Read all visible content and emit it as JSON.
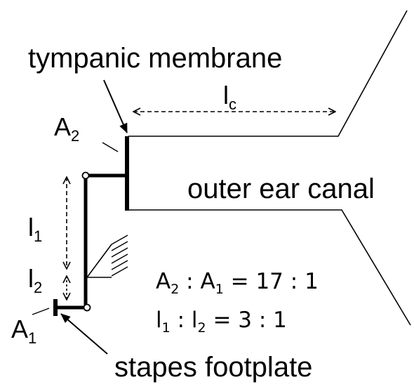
{
  "labels": {
    "tympanic_membrane": "tympanic membrane",
    "outer_ear_canal": "outer ear canal",
    "stapes_footplate": "stapes footplate",
    "A2": {
      "base": "A",
      "sub": "2"
    },
    "A1": {
      "base": "A",
      "sub": "1"
    },
    "lc": {
      "base": "l",
      "sub": "c"
    },
    "l1": {
      "base": "l",
      "sub": "1"
    },
    "l2": {
      "base": "l",
      "sub": "2"
    }
  },
  "equations": {
    "area_ratio": {
      "a": "A",
      "a_sub": "2",
      "sep": " : ",
      "b": "A",
      "b_sub": "1",
      "rest": " = 17 : 1"
    },
    "lever_ratio": {
      "a": "l",
      "a_sub": "1",
      "sep": " : ",
      "b": "l",
      "b_sub": "2",
      "rest": " = 3 : 1"
    }
  }
}
